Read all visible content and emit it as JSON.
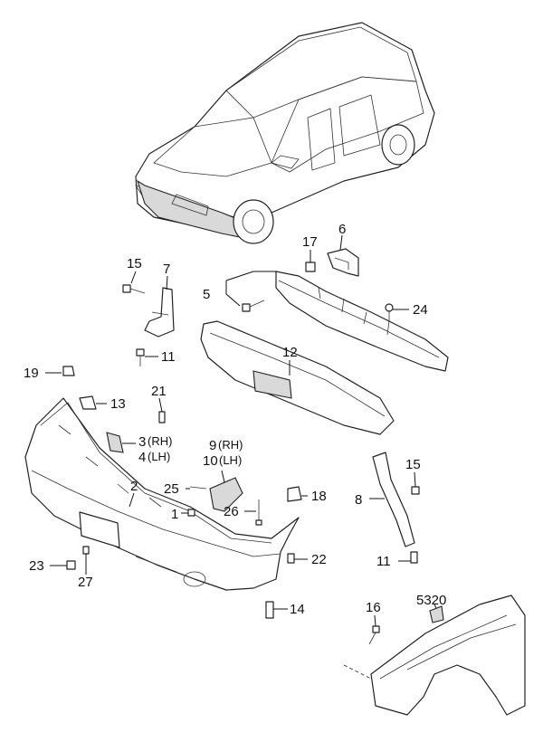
{
  "callouts": {
    "c1": "1",
    "c2": "2",
    "c3": "3",
    "c3_side": "(RH)",
    "c4": "4",
    "c4_side": "(LH)",
    "c5": "5",
    "c6": "6",
    "c7": "7",
    "c8": "8",
    "c9": "9",
    "c9_side": "(RH)",
    "c10": "10",
    "c10_side": "(LH)",
    "c11a": "11",
    "c11b": "11",
    "c12": "12",
    "c13": "13",
    "c14": "14",
    "c15a": "15",
    "c15b": "15",
    "c16": "16",
    "c17": "17",
    "c18": "18",
    "c19": "19",
    "c21": "21",
    "c22": "22",
    "c23": "23",
    "c24": "24",
    "c25": "25",
    "c26": "26",
    "c27": "27",
    "c5320": "5320"
  },
  "icons": {
    "vehicle": "minivan-illustration",
    "fastener": "bolt-icon",
    "clip": "clip-icon"
  },
  "colors": {
    "line": "#222222",
    "background": "#ffffff",
    "shade": "#d9d9d9"
  }
}
